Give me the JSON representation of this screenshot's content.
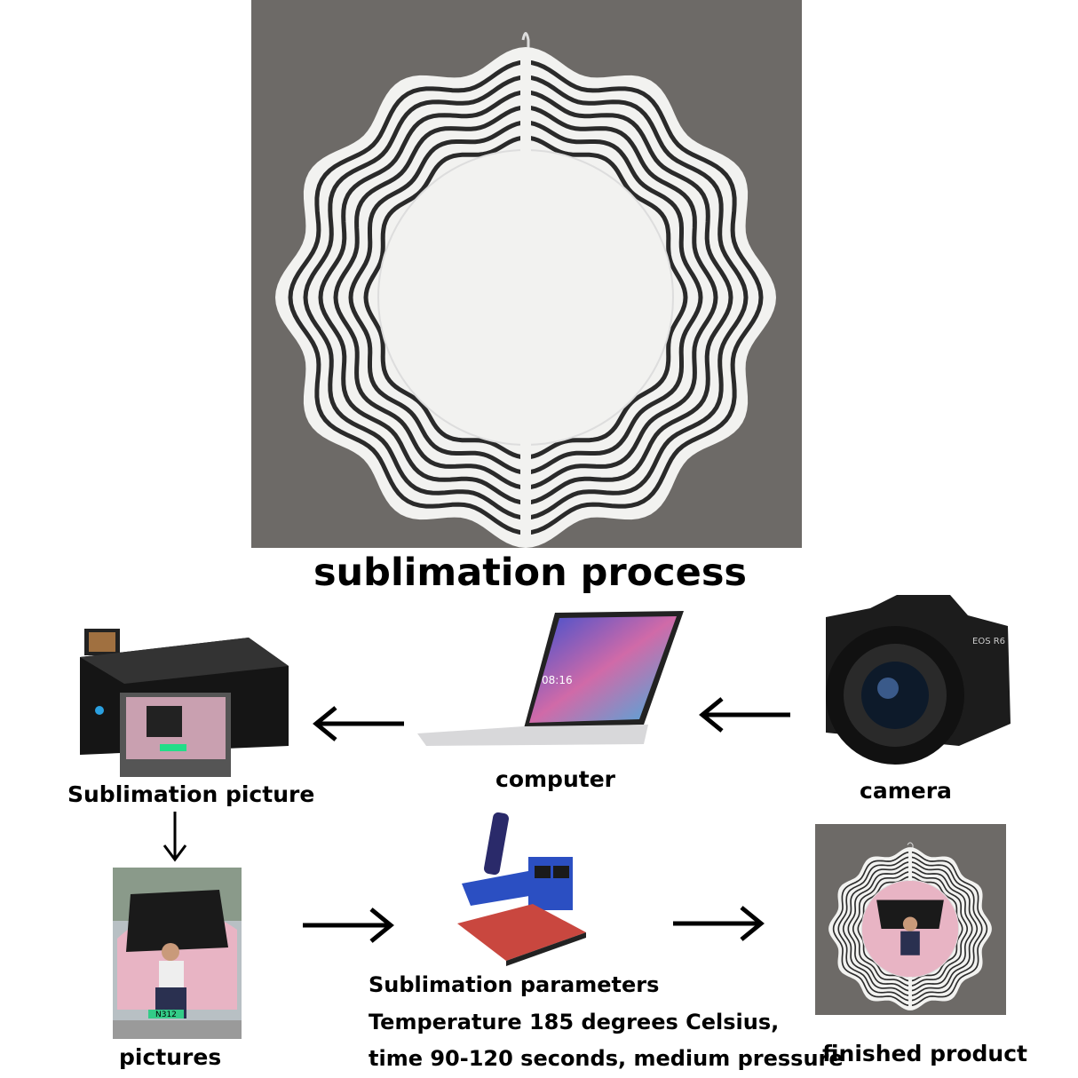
{
  "title": "sublimation process",
  "labels": {
    "printer": "Sublimation picture",
    "computer": "computer",
    "camera": "camera",
    "pictures": "pictures",
    "finished": "finished product"
  },
  "parameters": {
    "heading": "Sublimation parameters",
    "line1": "Temperature 185 degrees Celsius,",
    "line2": "time 90-120 seconds, medium pressure"
  },
  "laptop_screen_text": "08:16",
  "camera_badge": "EOS R6",
  "plate_text": "N312",
  "colors": {
    "photo_bg": "#6d6a67",
    "spinner": "#f2f2f0",
    "gap": "#2a2a2a",
    "press_blue": "#2b4fc2",
    "press_plate": "#c9473f"
  }
}
